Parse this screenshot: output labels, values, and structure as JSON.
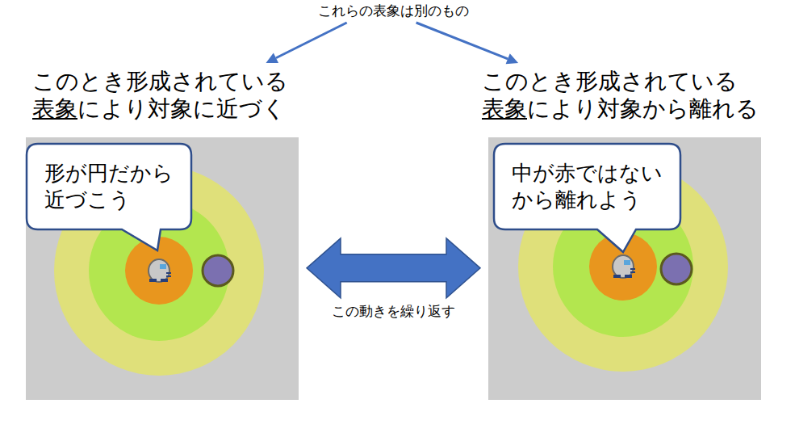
{
  "diagram": {
    "nodes": [
      {
        "text": [
          "これらの表象は別のもの"
        ]
      },
      {
        "text": [
          "このとき形成されている 表象により対象に近づく"
        ]
      },
      {
        "text": [
          "形が円だから 近づこう"
        ],
        "in": 1
      },
      {
        "text": [
          "このとき形成されている 表象により対象から離れる"
        ]
      },
      {
        "text": [
          "中が赤ではない から離れよう"
        ],
        "in": 3
      }
    ],
    "edges": [
      {
        "from": 0,
        "to": 1,
        "arrow": "to"
      },
      {
        "from": 0,
        "to": 3,
        "arrow": "to"
      },
      {
        "from": 1,
        "to": 3,
        "arrow": "both",
        "label": "この動きを繰り返す"
      }
    ]
  }
}
